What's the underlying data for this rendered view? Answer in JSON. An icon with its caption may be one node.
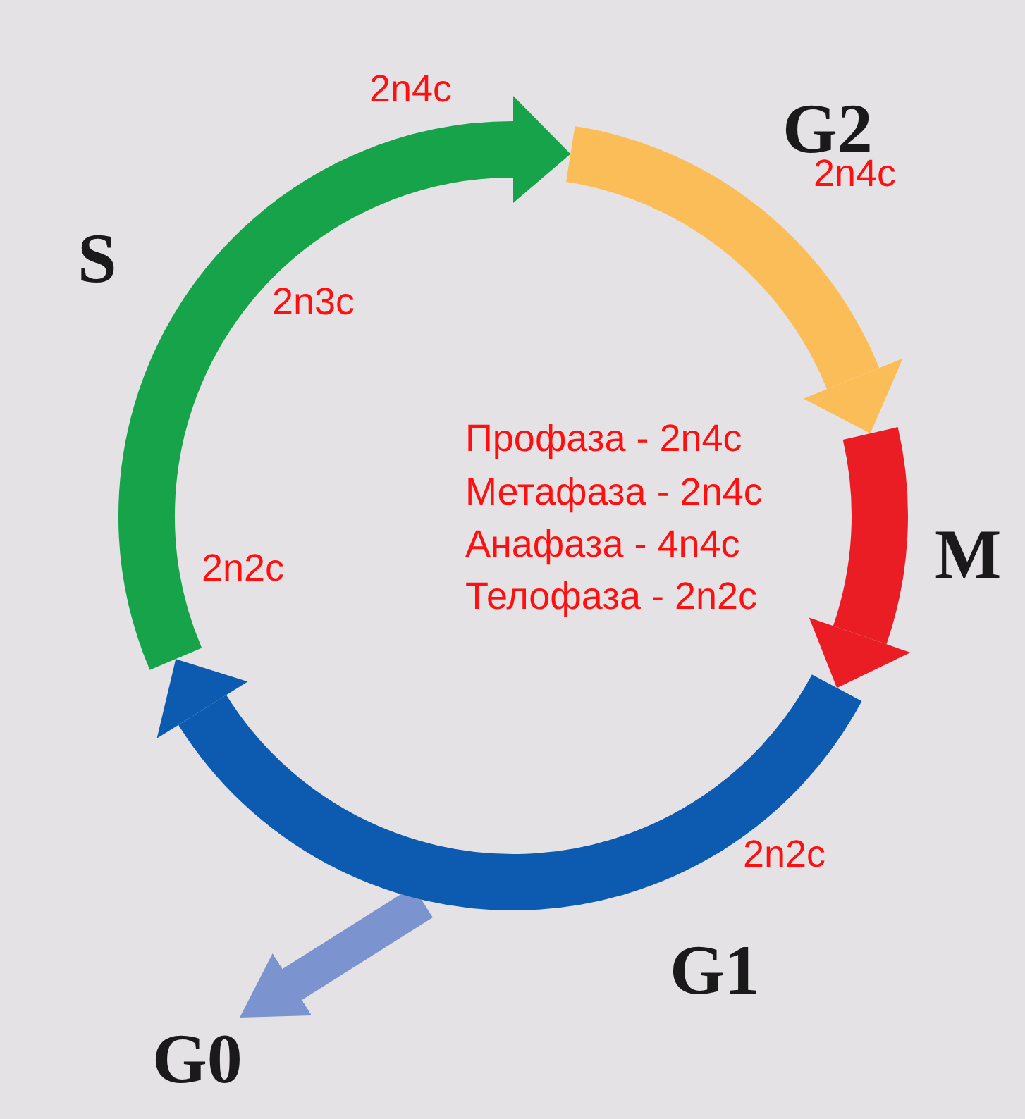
{
  "diagram": {
    "nodes": [
      {
        "text": [
          "G2"
        ]
      },
      {
        "text": [
          "S"
        ]
      },
      {
        "text": [
          "M"
        ]
      },
      {
        "text": [
          "G1"
        ]
      },
      {
        "text": [
          "G0"
        ]
      }
    ],
    "edges": [
      {
        "from": null,
        "to": 4,
        "arrow": "to"
      }
    ],
    "labels": [
      "2n4c",
      "2n4c",
      "2n3c",
      "Профаза - 2n4c",
      "Метафаза - 2n4c",
      "Анафаза - 4n4c",
      "2n2c",
      "Телофаза - 2n2c",
      "2n2c"
    ]
  }
}
